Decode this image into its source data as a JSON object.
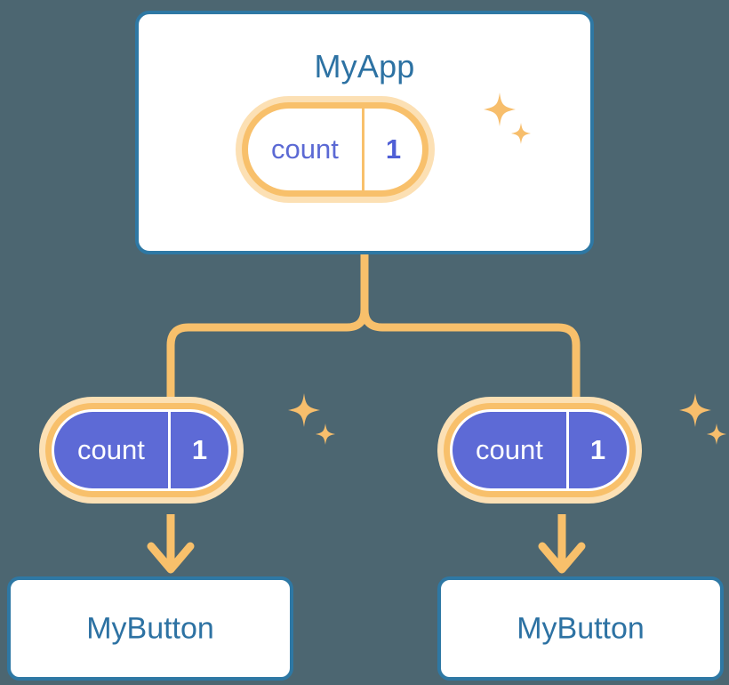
{
  "theme": {
    "background": "#4c6671",
    "card_border": "#2e78a4",
    "card_fill": "#ffffff",
    "title_text": "#2d72a3",
    "pill_ring": "#f8c06b",
    "pill_glow": "#fce0b4",
    "pill_solid_fill": "#5d6ad6",
    "pill_light_text": "#5b69d4",
    "connector": "#f8c06b",
    "sparkle": "#f7be6c"
  },
  "diagram": {
    "type": "component-state-tree",
    "root": {
      "name": "app-card",
      "title": "MyApp",
      "state": {
        "key": "count",
        "value": "1",
        "style": "light"
      },
      "sparkle_label": "state-updated-sparkle"
    },
    "children": [
      {
        "name": "child-left",
        "state": {
          "key": "count",
          "value": "1",
          "style": "solid"
        },
        "sparkle_label": "state-updated-sparkle",
        "component": {
          "title": "MyButton"
        }
      },
      {
        "name": "child-right",
        "state": {
          "key": "count",
          "value": "1",
          "style": "solid"
        },
        "sparkle_label": "state-updated-sparkle",
        "component": {
          "title": "MyButton"
        }
      }
    ]
  }
}
